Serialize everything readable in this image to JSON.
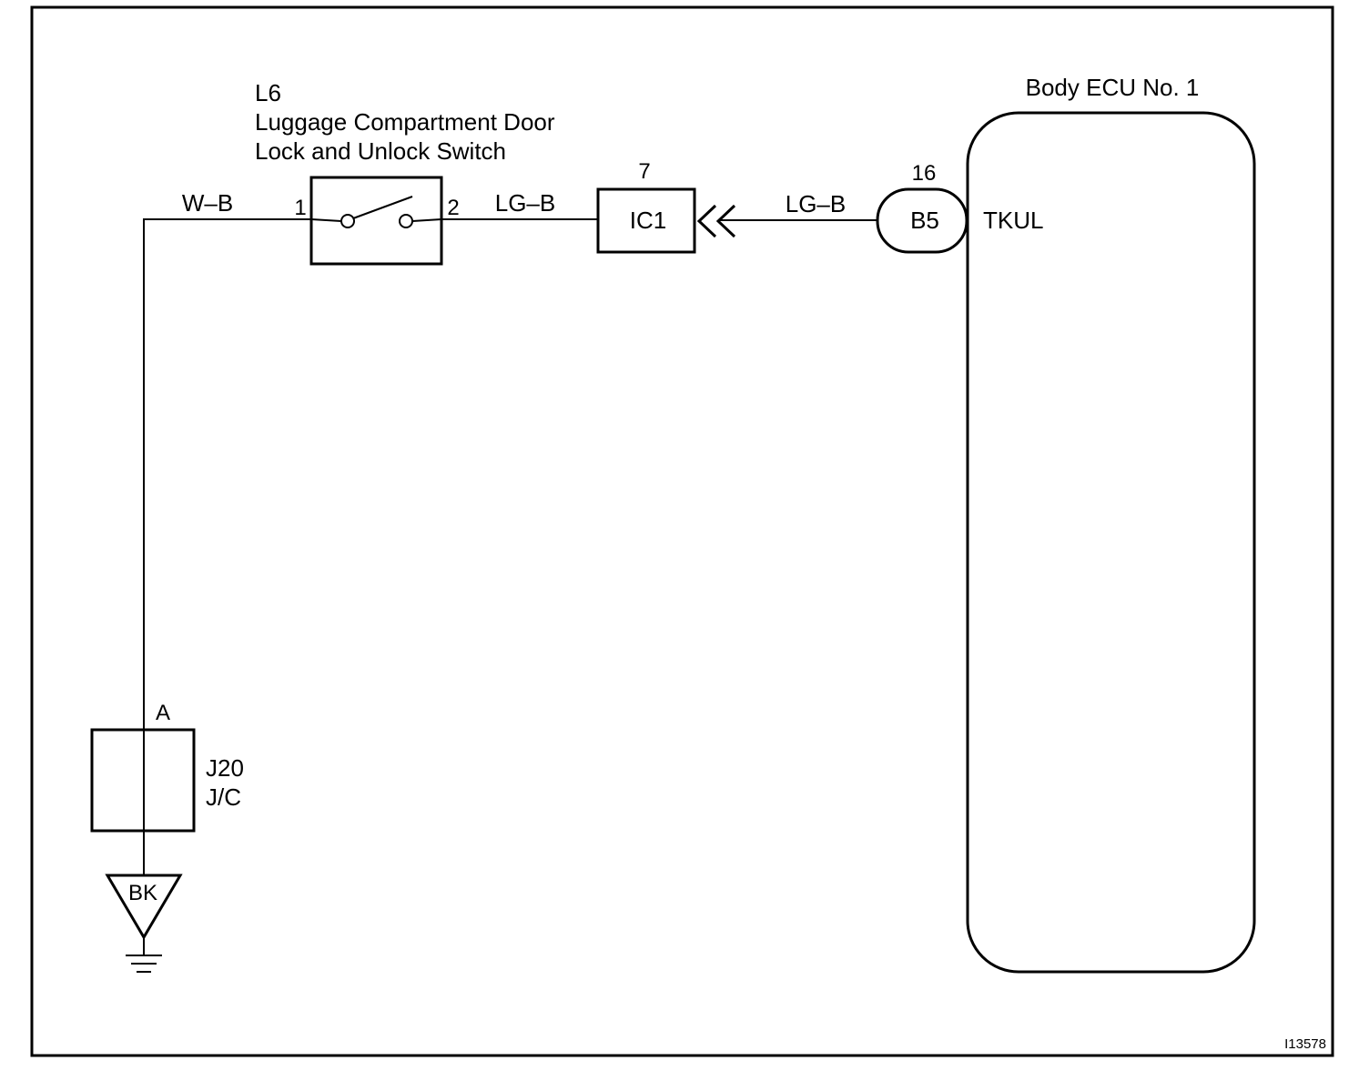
{
  "switch_component": {
    "code": "L6",
    "name_line1": "Luggage Compartment Door",
    "name_line2": "Lock and Unlock Switch",
    "pin1": "1",
    "pin2": "2"
  },
  "wires": {
    "ground_to_switch": "W–B",
    "switch_to_connector": "LG–B",
    "connector_to_ecu": "LG–B"
  },
  "connector_ic1": {
    "code": "IC1",
    "pin": "7"
  },
  "ecu": {
    "title": "Body ECU No. 1",
    "connector_code": "B5",
    "pin": "16",
    "terminal": "TKUL"
  },
  "junction": {
    "pin": "A",
    "code": "J20",
    "type": "J/C"
  },
  "ground": {
    "wire_color": "BK"
  },
  "figure_id": "I13578",
  "colors": {
    "line": "#000000",
    "background": "#ffffff"
  }
}
